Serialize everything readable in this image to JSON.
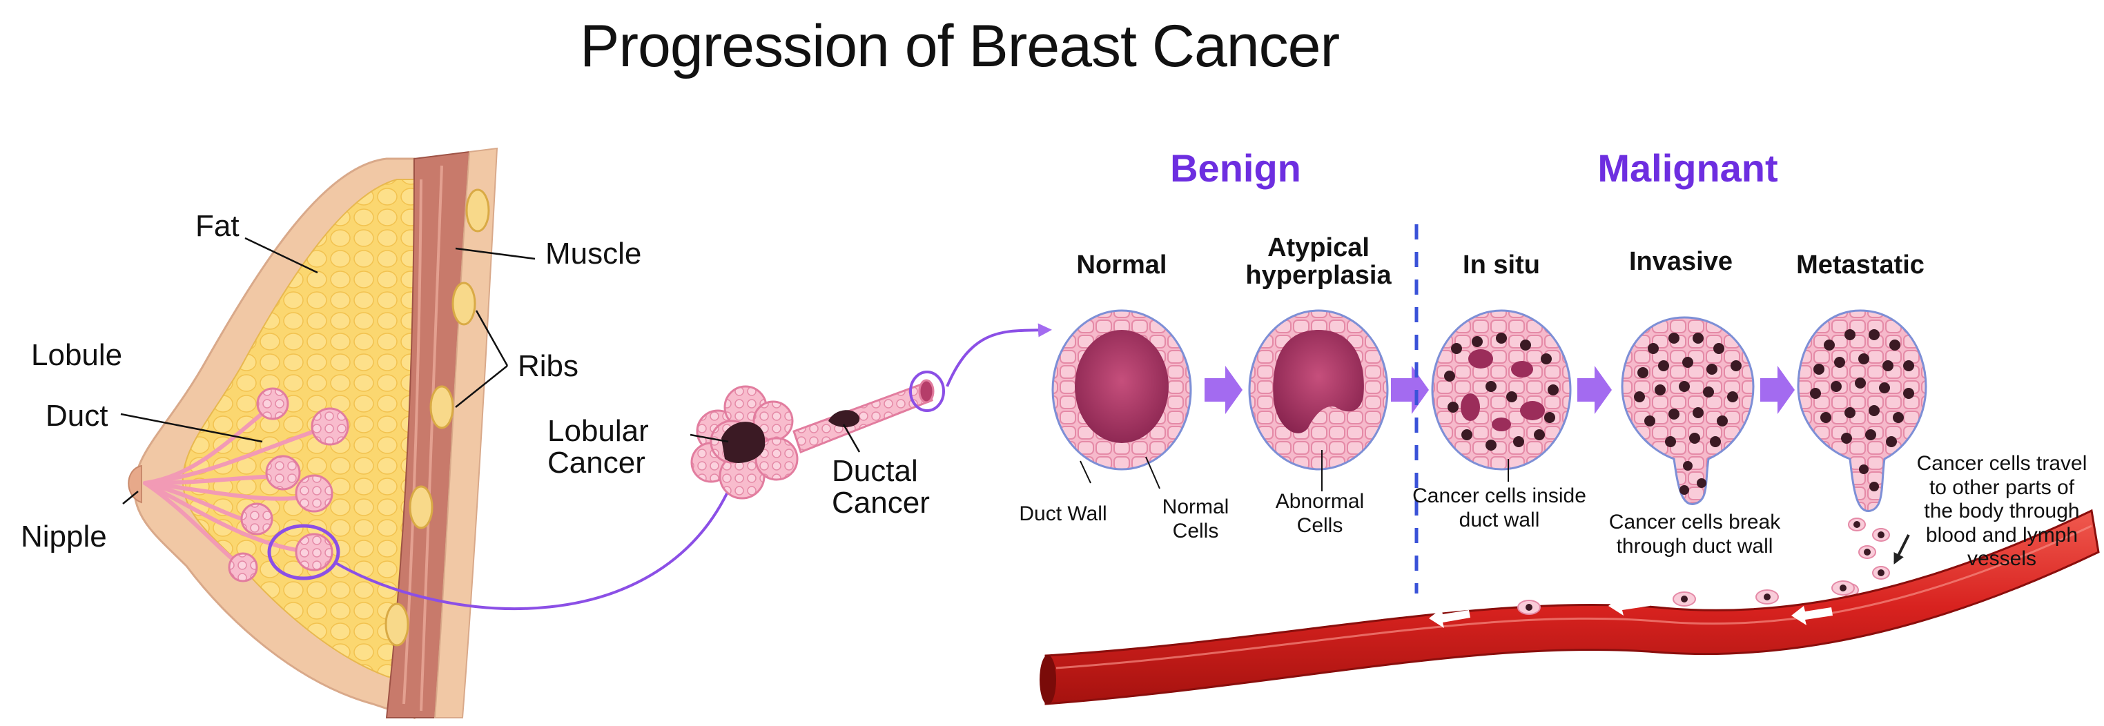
{
  "title": "Progression of Breast Cancer",
  "anatomy_labels": {
    "fat": "Fat",
    "muscle": "Muscle",
    "lobule": "Lobule",
    "ribs": "Ribs",
    "duct": "Duct",
    "nipple": "Nipple",
    "lobular_cancer": "Lobular Cancer",
    "ductal_cancer": "Ductal Cancer"
  },
  "categories": {
    "benign": "Benign",
    "malignant": "Malignant"
  },
  "stages": [
    {
      "label": "Normal",
      "caption": ""
    },
    {
      "label": "Atypical hyperplasia",
      "caption": "Abnormal Cells"
    },
    {
      "label": "In situ",
      "caption": "Cancer cells inside duct wall"
    },
    {
      "label": "Invasive",
      "caption": "Cancer cells break through duct wall"
    },
    {
      "label": "Metastatic",
      "caption": "Cancer cells travel to other parts of the body through blood and lymph vessels"
    }
  ],
  "normal_captions": {
    "duct_wall": "Duct Wall",
    "normal_cells": "Normal Cells"
  },
  "colors": {
    "category": "#6d2ee0",
    "arrow": "#a36bf0",
    "cell_wall": "#f2a8bf",
    "lumen": "#9b2d5a",
    "cancer_cell": "#3b1a24",
    "vessel": "#d8221f",
    "skin": "#f1c8a5",
    "fat": "#fbd770",
    "muscle": "#c87a6b"
  }
}
